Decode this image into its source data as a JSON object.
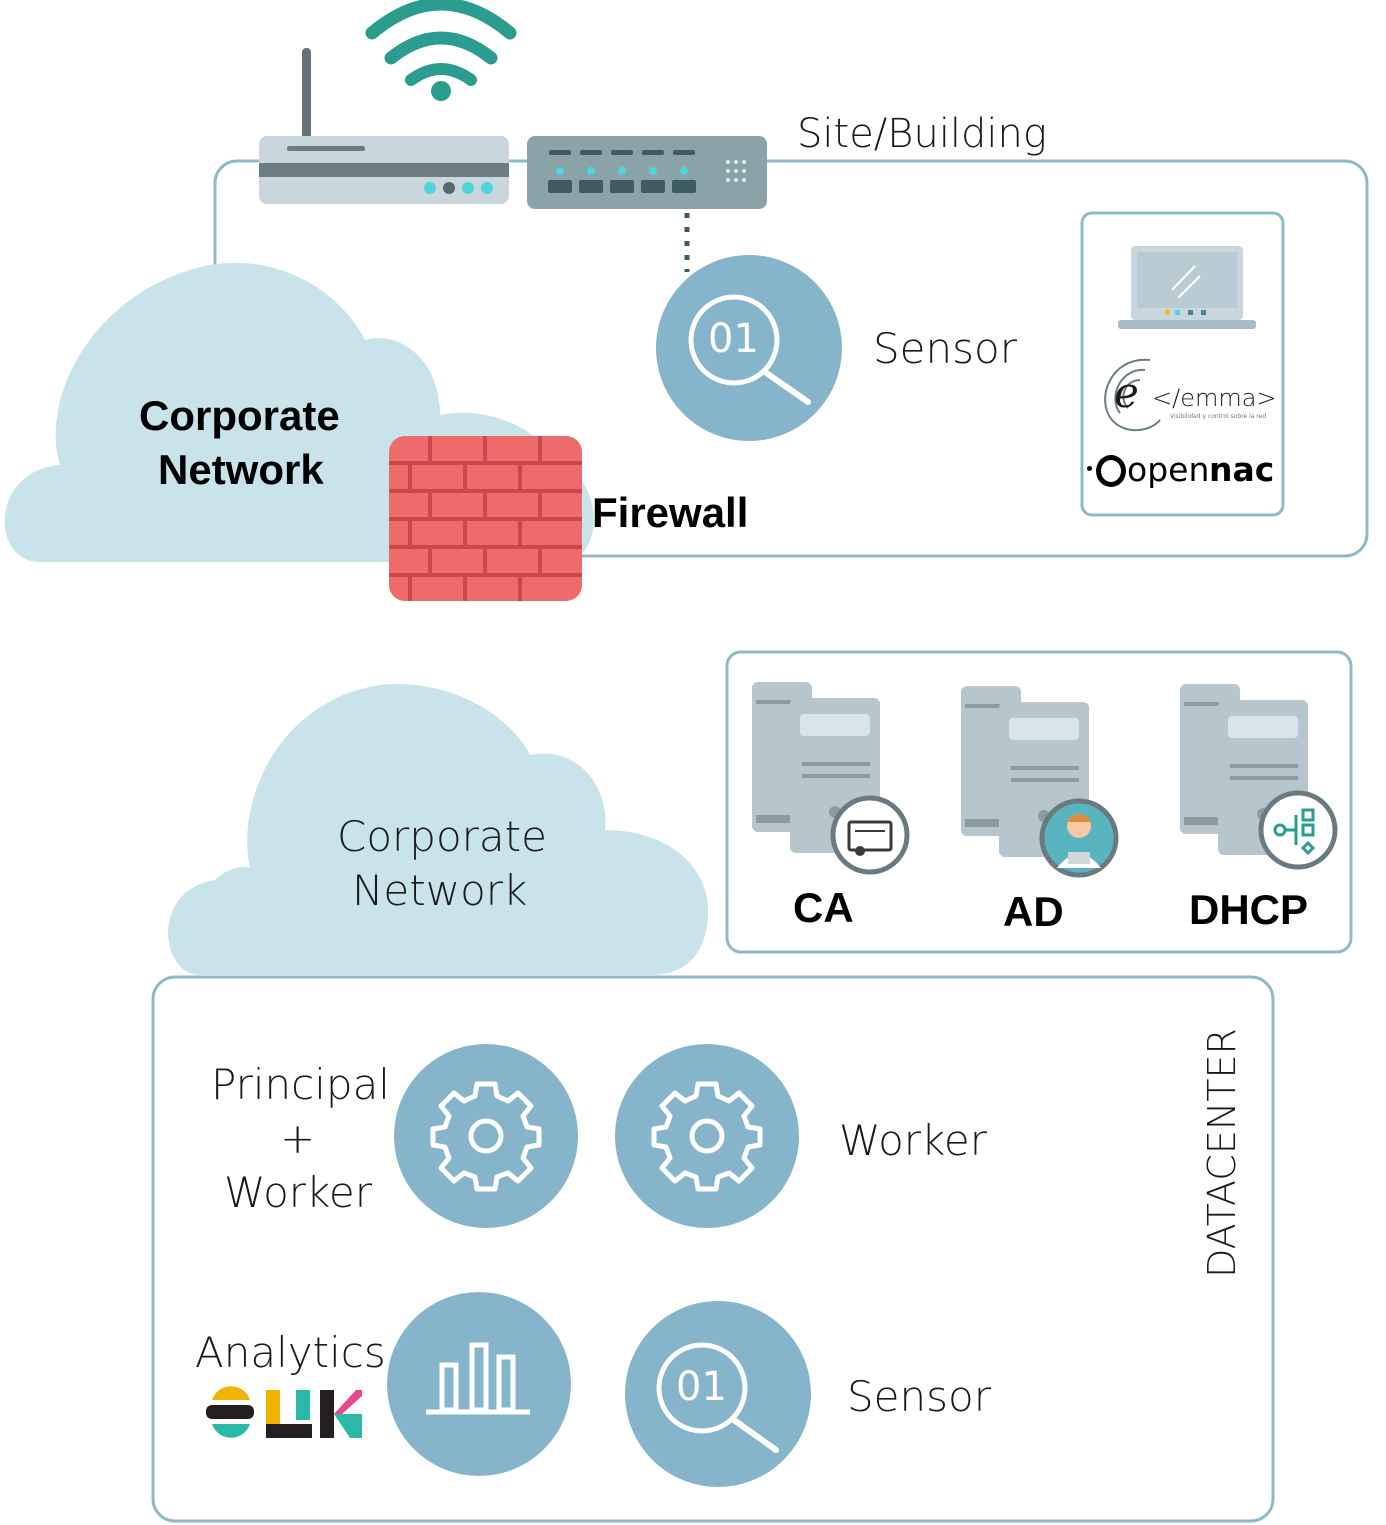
{
  "site": {
    "label": "Site/Building",
    "sensor_label": "Sensor",
    "cloud_label_line1": "Corporate",
    "cloud_label_line2": "Network",
    "firewall_label": "Firewall",
    "sensor_icon_text": "01",
    "logos": {
      "emma": "</emma>",
      "emma_tagline": "Visibilidad y control sobre la red",
      "opennac_open": "open",
      "opennac_nac": "nac"
    }
  },
  "corporate": {
    "cloud_label_line1": "Corporate",
    "cloud_label_line2": "Network"
  },
  "servers": {
    "items": [
      {
        "label": "CA"
      },
      {
        "label": "AD"
      },
      {
        "label": "DHCP"
      }
    ]
  },
  "datacenter": {
    "label": "DATACENTER",
    "principal_line1": "Principal",
    "principal_line2": "+",
    "principal_line3": "Worker",
    "worker_label": "Worker",
    "analytics_label": "Analytics",
    "sensor_label": "Sensor",
    "sensor_icon_text": "01"
  },
  "colors": {
    "frame": "#8fb8c9",
    "cloud": "#c8e3ea",
    "circle": "#86b4ca",
    "firewall": "#ee6b6b",
    "wifi": "#2a9d8f"
  }
}
